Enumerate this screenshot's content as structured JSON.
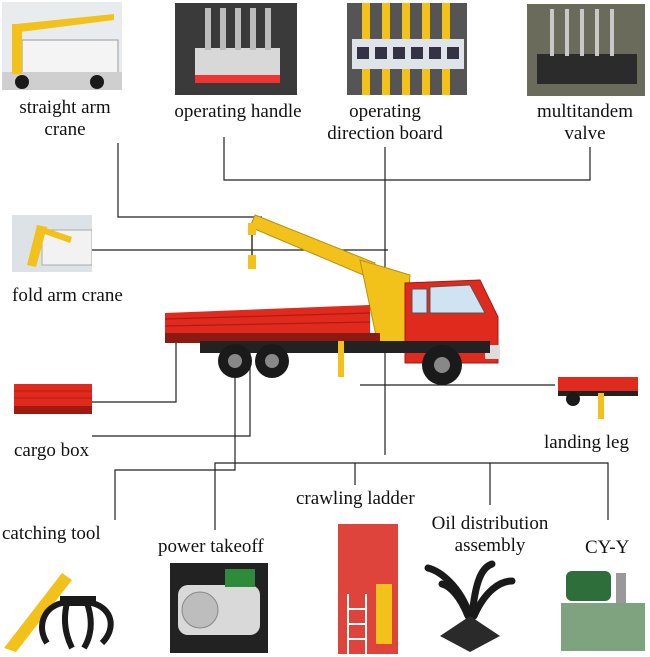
{
  "labels": {
    "straight_arm_crane": [
      "straight arm",
      "crane"
    ],
    "operating_handle": "operating handle",
    "operating_direction_board": [
      "operating",
      "direction board"
    ],
    "multitandem_valve": [
      "multitandem",
      "valve"
    ],
    "fold_arm_crane": "fold arm crane",
    "cargo_box": "cargo box",
    "landing_leg": "landing leg",
    "crawling_ladder": "crawling ladder",
    "catching_tool": "catching tool",
    "power_takeoff": "power takeoff",
    "oil_distribution_assembly": [
      "Oil distribution",
      "assembly"
    ],
    "cy_y": "CY-Y"
  },
  "colors": {
    "truck_red": "#e02a1e",
    "crane_yellow": "#f2c21a",
    "tire_black": "#1a1a1a",
    "line": "#222222"
  }
}
